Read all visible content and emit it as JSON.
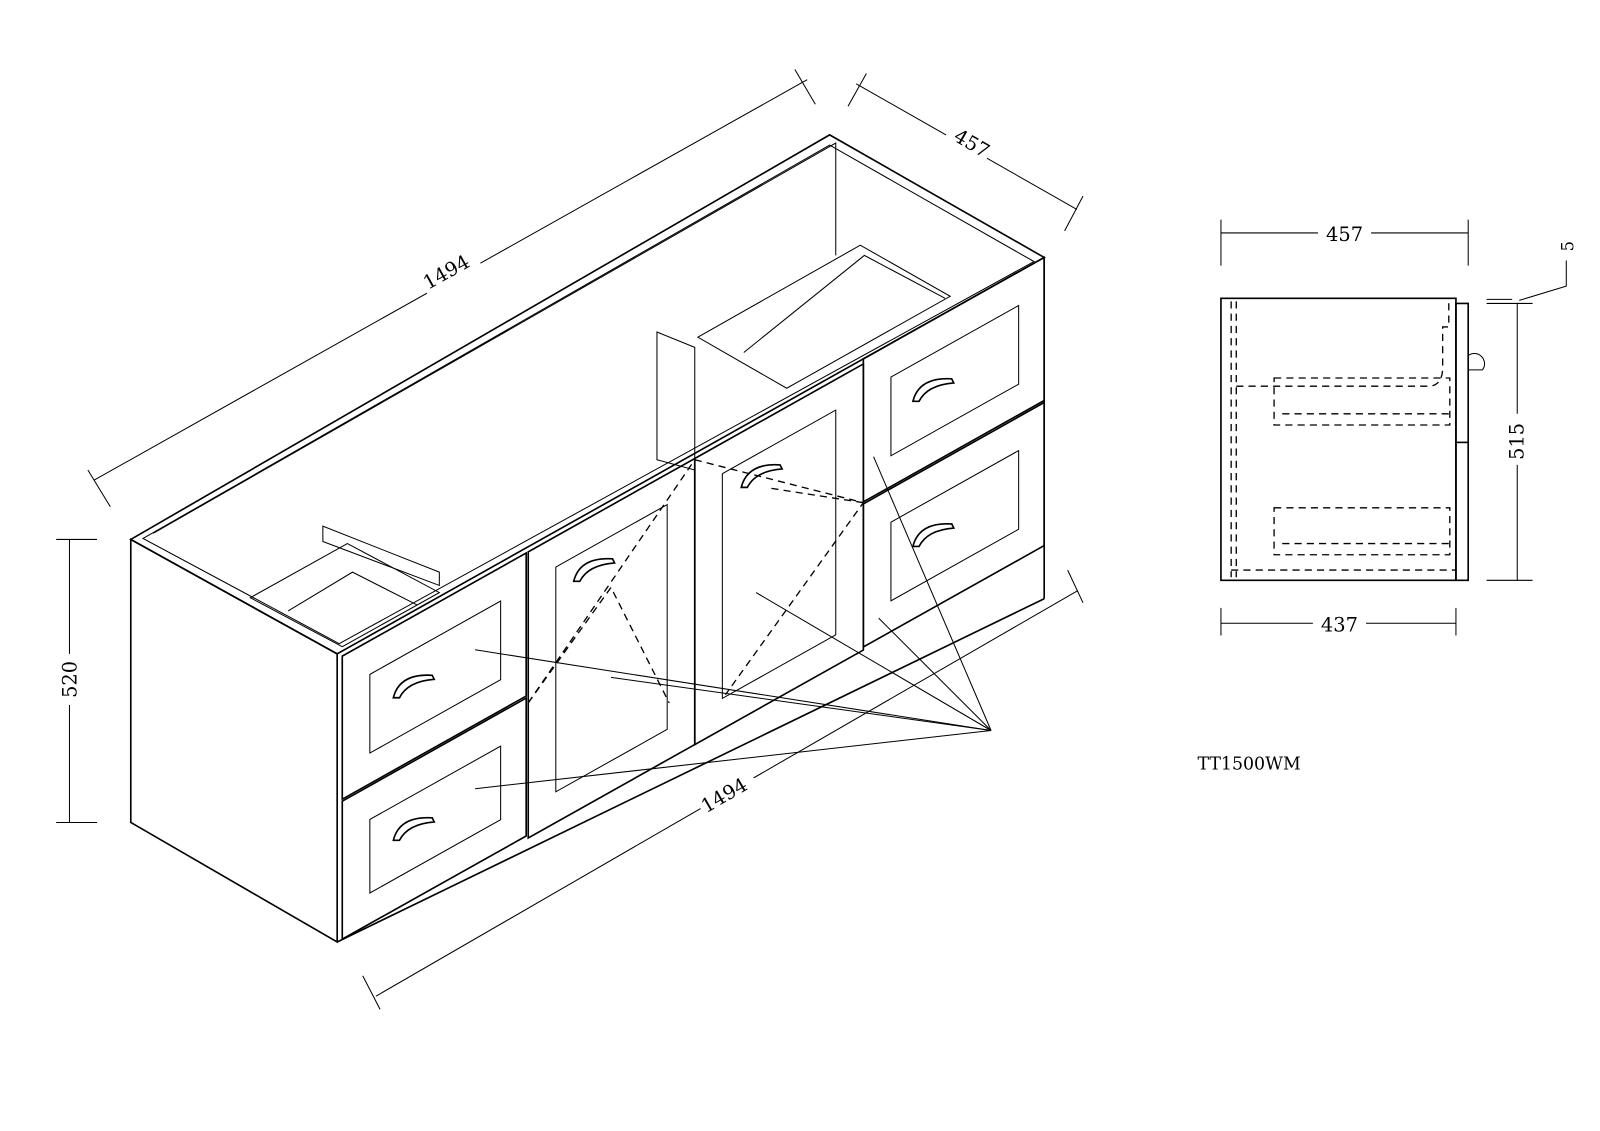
{
  "drawing": {
    "model_code": "TT1500WM",
    "iso_view": {
      "top_width": "1494",
      "top_depth": "457",
      "height": "520",
      "bottom_width": "1494"
    },
    "side_view": {
      "top_depth": "457",
      "bottom_depth": "437",
      "height": "515",
      "door_thickness": "5"
    },
    "line_color": "#000000",
    "background": "#ffffff"
  }
}
